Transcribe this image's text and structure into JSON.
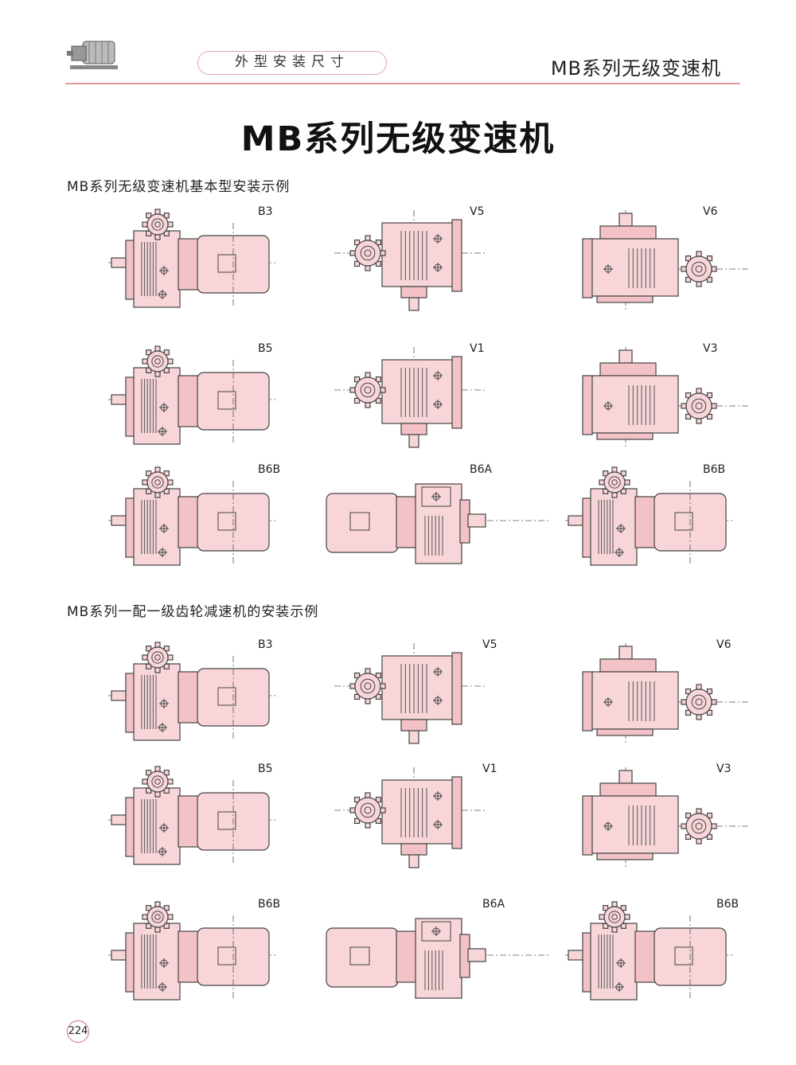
{
  "header": {
    "section_tag": "外型安装尺寸",
    "series_name": "MB系列无级变速机"
  },
  "title": "MB系列无级变速机",
  "sections": [
    {
      "heading": "MB系列无级变速机基本型安装示例",
      "items": [
        {
          "label": "B3",
          "kind": "horiz"
        },
        {
          "label": "V5",
          "kind": "vertical"
        },
        {
          "label": "V6",
          "kind": "vertical-flip"
        },
        {
          "label": "B5",
          "kind": "horiz"
        },
        {
          "label": "V1",
          "kind": "vertical"
        },
        {
          "label": "V3",
          "kind": "vertical-flip"
        },
        {
          "label": "B6B",
          "kind": "horiz"
        },
        {
          "label": "B6A",
          "kind": "horiz-flip"
        },
        {
          "label": "B6B",
          "kind": "horiz"
        }
      ]
    },
    {
      "heading": "MB系列一配一级齿轮减速机的安装示例",
      "items": [
        {
          "label": "B3",
          "kind": "horiz"
        },
        {
          "label": "V5",
          "kind": "vertical"
        },
        {
          "label": "V6",
          "kind": "vertical-flip"
        },
        {
          "label": "B5",
          "kind": "horiz"
        },
        {
          "label": "V1",
          "kind": "vertical"
        },
        {
          "label": "V3",
          "kind": "vertical-flip"
        },
        {
          "label": "B6B",
          "kind": "horiz"
        },
        {
          "label": "B6A",
          "kind": "horiz-flip"
        },
        {
          "label": "B6B",
          "kind": "horiz"
        }
      ]
    }
  ],
  "page_number": "224",
  "colors": {
    "accent": "#e29aa0",
    "drawing_fill": "#f7d5d8"
  }
}
